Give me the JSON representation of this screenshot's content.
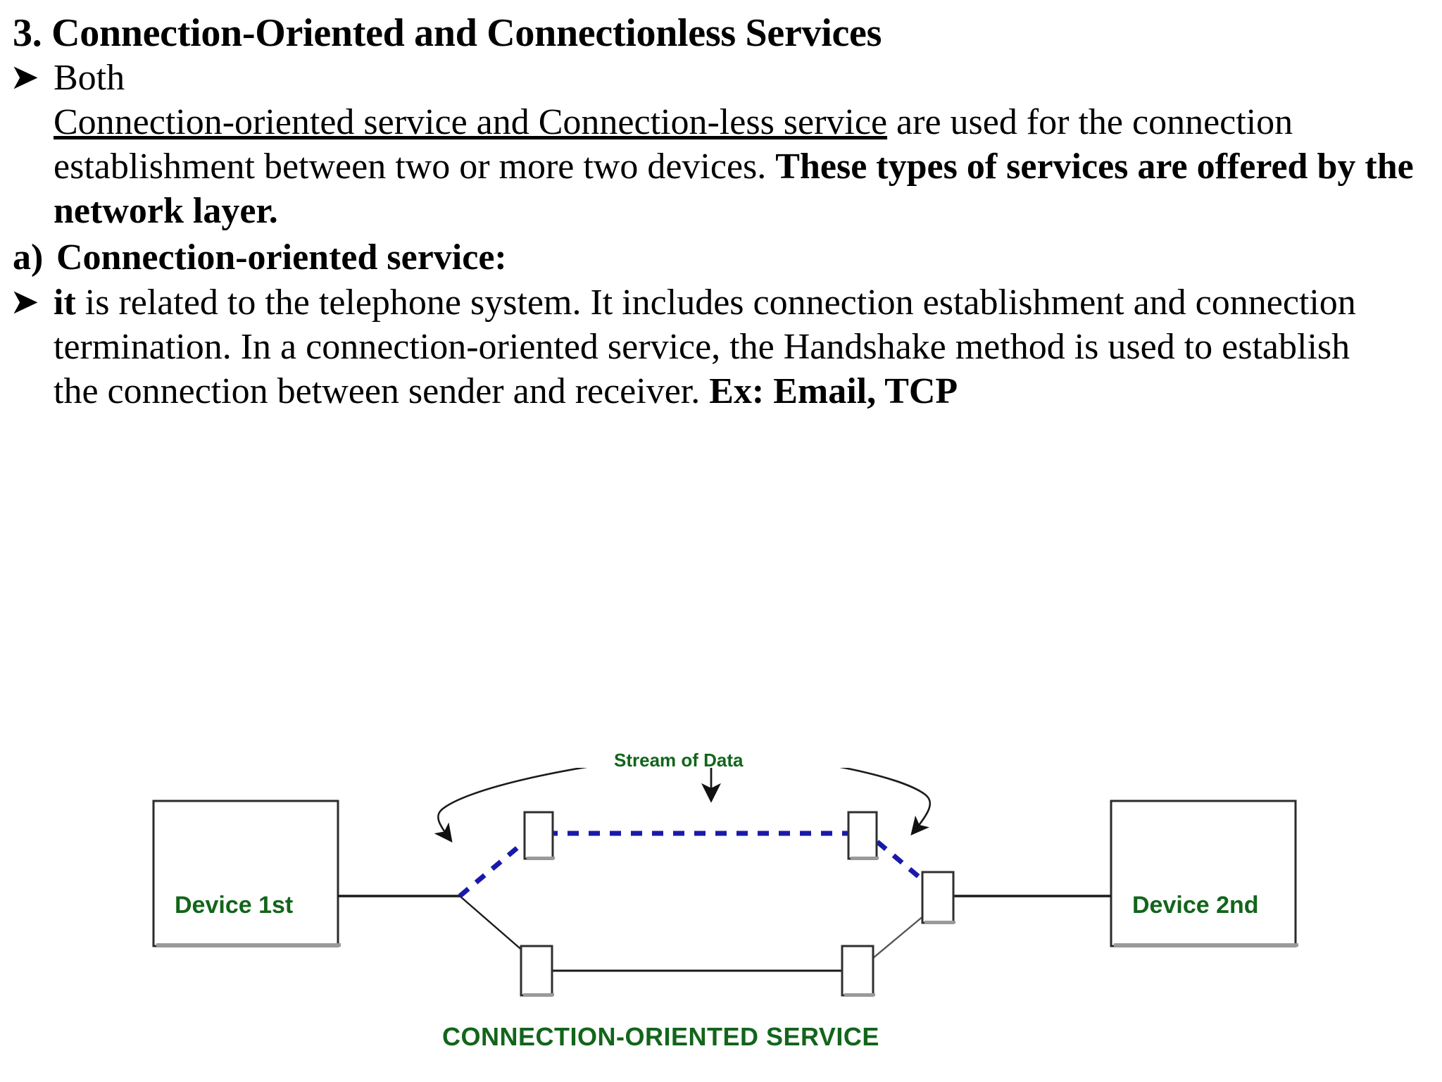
{
  "slide": {
    "title": "3. Connection-Oriented and Connectionless Services",
    "bullets": [
      {
        "marker": "➤",
        "lead": "Both",
        "underlined": "Connection-oriented service and Connection-less service",
        "normal_1": " are used for the connection establishment between two or more two devices. ",
        "bold_1": "These types of services are offered by the network layer."
      },
      {
        "marker": "➤",
        "bold_lead": "it",
        "normal_1": "  is related to the telephone system. It includes connection establishment and connection termination. In a connection-oriented service, the Handshake method is used to establish the connection between sender and receiver. ",
        "bold_1": "Ex: Email, TCP"
      }
    ],
    "lettered": {
      "marker": "a)",
      "text": "Connection-oriented service:"
    }
  },
  "diagram": {
    "stream_label": "Stream of Data",
    "device_left": "Device 1st",
    "device_right": "Device 2nd",
    "caption": "CONNECTION-ORIENTED SERVICE",
    "colors": {
      "green_text": "#12651b",
      "dashed_path": "#1a1aa8",
      "solid_line": "#1a1a1a",
      "node_border": "#333333",
      "node_fill": "#ffffff"
    }
  }
}
